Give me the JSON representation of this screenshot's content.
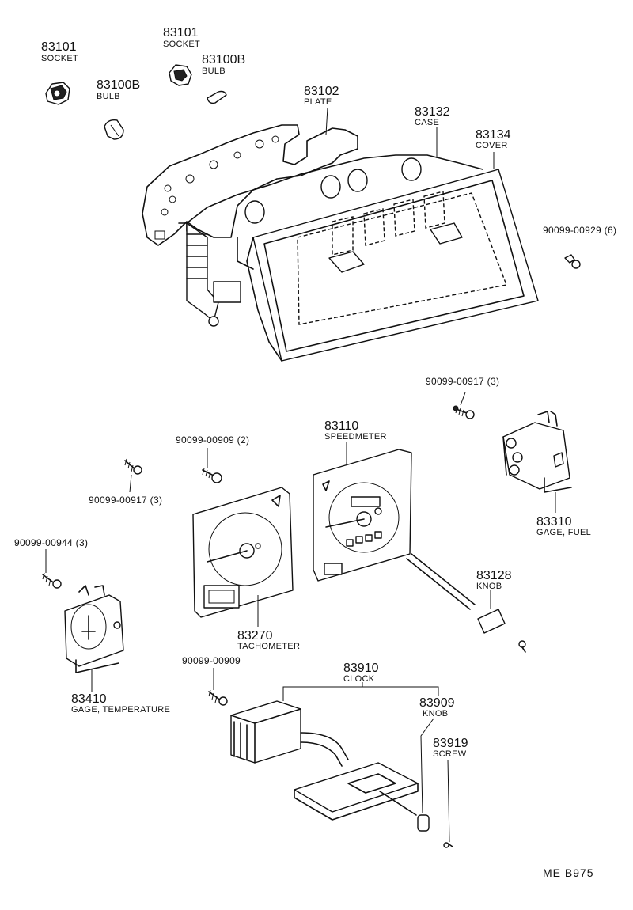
{
  "diagram": {
    "code": "ME  B975",
    "parts": [
      {
        "id": "p1",
        "number": "83101",
        "name": "SOCKET"
      },
      {
        "id": "p2",
        "number": "83100B",
        "name": "BULB"
      },
      {
        "id": "p3",
        "number": "83101",
        "name": "SOCKET"
      },
      {
        "id": "p4",
        "number": "83100B",
        "name": "BULB"
      },
      {
        "id": "p5",
        "number": "83102",
        "name": "PLATE"
      },
      {
        "id": "p6",
        "number": "83132",
        "name": "CASE"
      },
      {
        "id": "p7",
        "number": "83134",
        "name": "COVER"
      },
      {
        "id": "p8",
        "number": "90099-00929 (6)",
        "name": ""
      },
      {
        "id": "p9",
        "number": "90099-00917 (3)",
        "name": ""
      },
      {
        "id": "p10",
        "number": "83110",
        "name": "SPEEDMETER"
      },
      {
        "id": "p11",
        "number": "90099-00909 (2)",
        "name": ""
      },
      {
        "id": "p12",
        "number": "90099-00917 (3)",
        "name": ""
      },
      {
        "id": "p13",
        "number": "83310",
        "name": "GAGE, FUEL"
      },
      {
        "id": "p14",
        "number": "90099-00944 (3)",
        "name": ""
      },
      {
        "id": "p15",
        "number": "83128",
        "name": "KNOB"
      },
      {
        "id": "p16",
        "number": "83270",
        "name": "TACHOMETER"
      },
      {
        "id": "p17",
        "number": "90099-00909",
        "name": ""
      },
      {
        "id": "p18",
        "number": "83910",
        "name": "CLOCK"
      },
      {
        "id": "p19",
        "number": "83410",
        "name": "GAGE, TEMPERATURE"
      },
      {
        "id": "p20",
        "number": "83909",
        "name": "KNOB"
      },
      {
        "id": "p21",
        "number": "83919",
        "name": "SCREW"
      }
    ]
  }
}
